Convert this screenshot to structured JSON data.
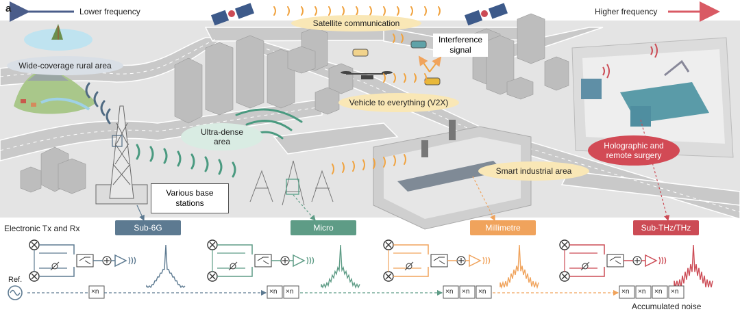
{
  "panel_letter": "a",
  "freq_low": "Lower frequency",
  "freq_high": "Higher frequency",
  "scenarios": {
    "satellite": "Satellite communication",
    "rural": "Wide-coverage rural area",
    "interference_line1": "Interference",
    "interference_line2": "signal",
    "v2x": "Vehicle to everything (V2X)",
    "ultra_line1": "Ultra-dense",
    "ultra_line2": "area",
    "holo_line1": "Holographic and",
    "holo_line2": "remote surgery",
    "smart": "Smart industrial area",
    "base_line1": "Various base",
    "base_line2": "stations"
  },
  "electronics_label": "Electronic Tx and Rx",
  "ref_label": "Ref.",
  "multiplier": "×n",
  "accumulated_noise": "Accumulated noise",
  "bands": [
    {
      "name": "Sub-6G",
      "color": "#5d7a91",
      "multipliers": 1
    },
    {
      "name": "Micro",
      "color": "#5e9c86",
      "multipliers": 2
    },
    {
      "name": "Millimetre",
      "color": "#f0a35c",
      "multipliers": 3
    },
    {
      "name": "Sub-THz/THz",
      "color": "#cc4b55",
      "multipliers": 4
    }
  ],
  "colors": {
    "arrow_low": "#4a5d8a",
    "arrow_high": "#d95a64",
    "wave_orange": "#f0a340",
    "wave_green": "#4a9a80",
    "wave_slate": "#4f6a82",
    "label_cream": "#f9e7b6",
    "label_mint": "#d9ece3",
    "label_pink": "#d24a55"
  }
}
